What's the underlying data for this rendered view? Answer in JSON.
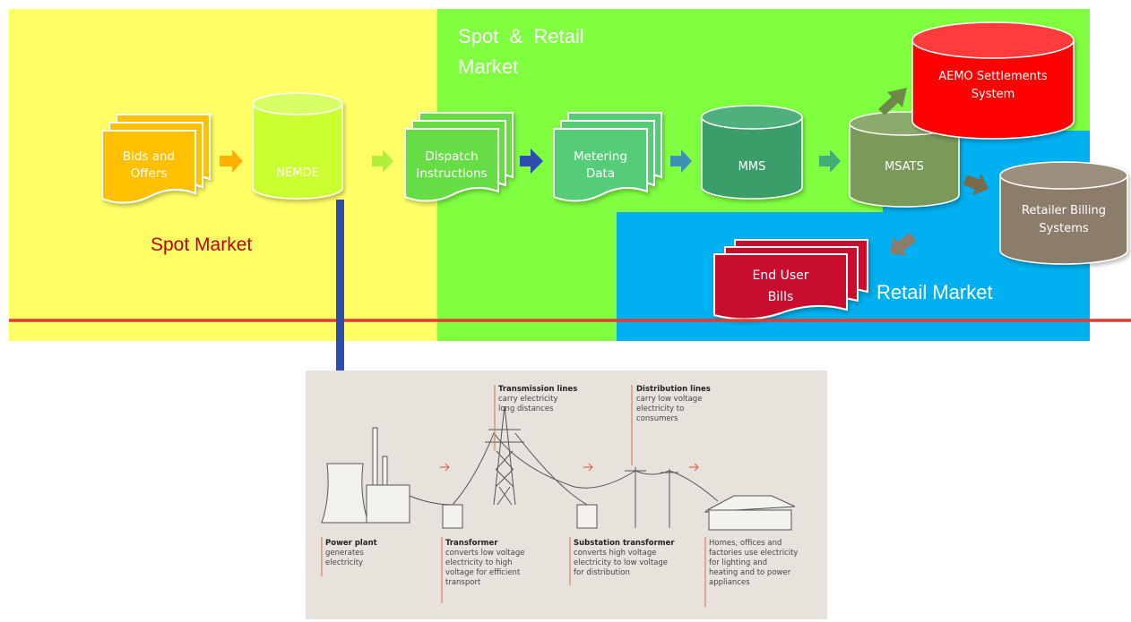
{
  "regions": {
    "spot": {
      "label": "Spot Market",
      "color": "#ffff66",
      "text_color": "#c00000"
    },
    "spot_retail": {
      "label_line1": "Spot  &  Retail",
      "label_line2": "Market",
      "color": "#7fff3f"
    },
    "retail": {
      "label": "Retail Market",
      "color": "#00b0f0"
    }
  },
  "nodes": {
    "bids": {
      "label_line1": "Bids and",
      "label_line2": "Offers",
      "color": "#ffc000"
    },
    "nemde": {
      "label": "NEMDE",
      "color": "#ccff33"
    },
    "dispatch": {
      "label_line1": "Dispatch",
      "label_line2": "Instructions",
      "color": "#66dd44"
    },
    "metering": {
      "label_line1": "Metering",
      "label_line2": "Data",
      "color": "#55cc77"
    },
    "mms": {
      "label": "MMS",
      "color": "#3a9e6a"
    },
    "msats": {
      "label": "MSATS",
      "color": "#7a9a5a"
    },
    "aemo": {
      "label_line1": "AEMO Settlements",
      "label_line2": "System",
      "color": "#ff0000"
    },
    "retailer": {
      "label_line1": "Retailer Billing",
      "label_line2": "Systems",
      "color": "#8b7d6b"
    },
    "bills": {
      "label_line1": "End User",
      "label_line2": "Bills",
      "color": "#c8102e"
    }
  },
  "divider_color": "#e03c31",
  "illustration": {
    "transmission": {
      "title": "Transmission lines",
      "line1": "carry electricity",
      "line2": "long distances"
    },
    "distribution": {
      "title": "Distribution lines",
      "line1": "carry low voltage",
      "line2": "electricity to",
      "line3": "consumers"
    },
    "power_plant": {
      "title": "Power plant",
      "line1": "generates",
      "line2": "electricity"
    },
    "transformer": {
      "title": "Transformer",
      "line1": "converts low voltage",
      "line2": "electricity to high",
      "line3": "voltage for efficient",
      "line4": "transport"
    },
    "substation": {
      "title": "Substation transformer",
      "line1": "converts high voltage",
      "line2": "electricity to low voltage",
      "line3": "for distribution"
    },
    "homes": {
      "line1": "Homes, offices and",
      "line2": "factories use electricity",
      "line3": "for lighting and",
      "line4": "heating and to power",
      "line5": "appliances"
    }
  }
}
